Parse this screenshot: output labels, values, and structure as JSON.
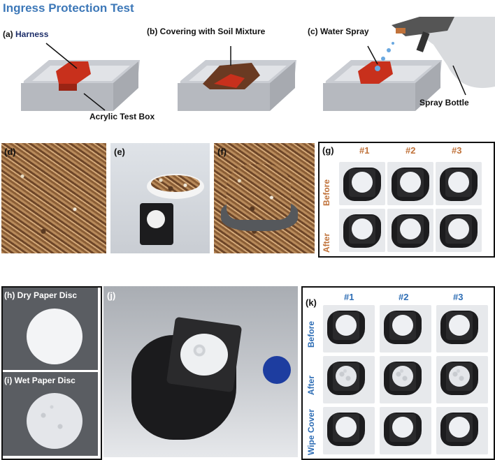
{
  "title": "Ingress Protection Test",
  "top": {
    "a_label": "(a)",
    "a_text": "Harness",
    "b_label": "(b)",
    "b_text": "Covering with Soil Mixture",
    "c_label": "(c)",
    "c_text": "Water Spray",
    "box_text": "Acrylic Test Box",
    "bottle_text": "Spray Bottle"
  },
  "middle": {
    "d": "(d)",
    "e": "(e)",
    "f": "(f)",
    "g": "(g)",
    "cols": [
      "#1",
      "#2",
      "#3"
    ],
    "rows": [
      "Before",
      "After"
    ]
  },
  "bottom": {
    "h": "(h)",
    "h_text": "Dry Paper Disc",
    "i": "(i)",
    "i_text": "Wet Paper Disc",
    "j": "(j)",
    "k": "(k)",
    "cols": [
      "#1",
      "#2",
      "#3"
    ],
    "rows": [
      "Before",
      "After",
      "Wipe Cover"
    ]
  },
  "colors": {
    "title": "#3d78b8",
    "orange_label": "#c0723a",
    "blue_label": "#2f6eb5",
    "harness_red": "#c8301c"
  }
}
